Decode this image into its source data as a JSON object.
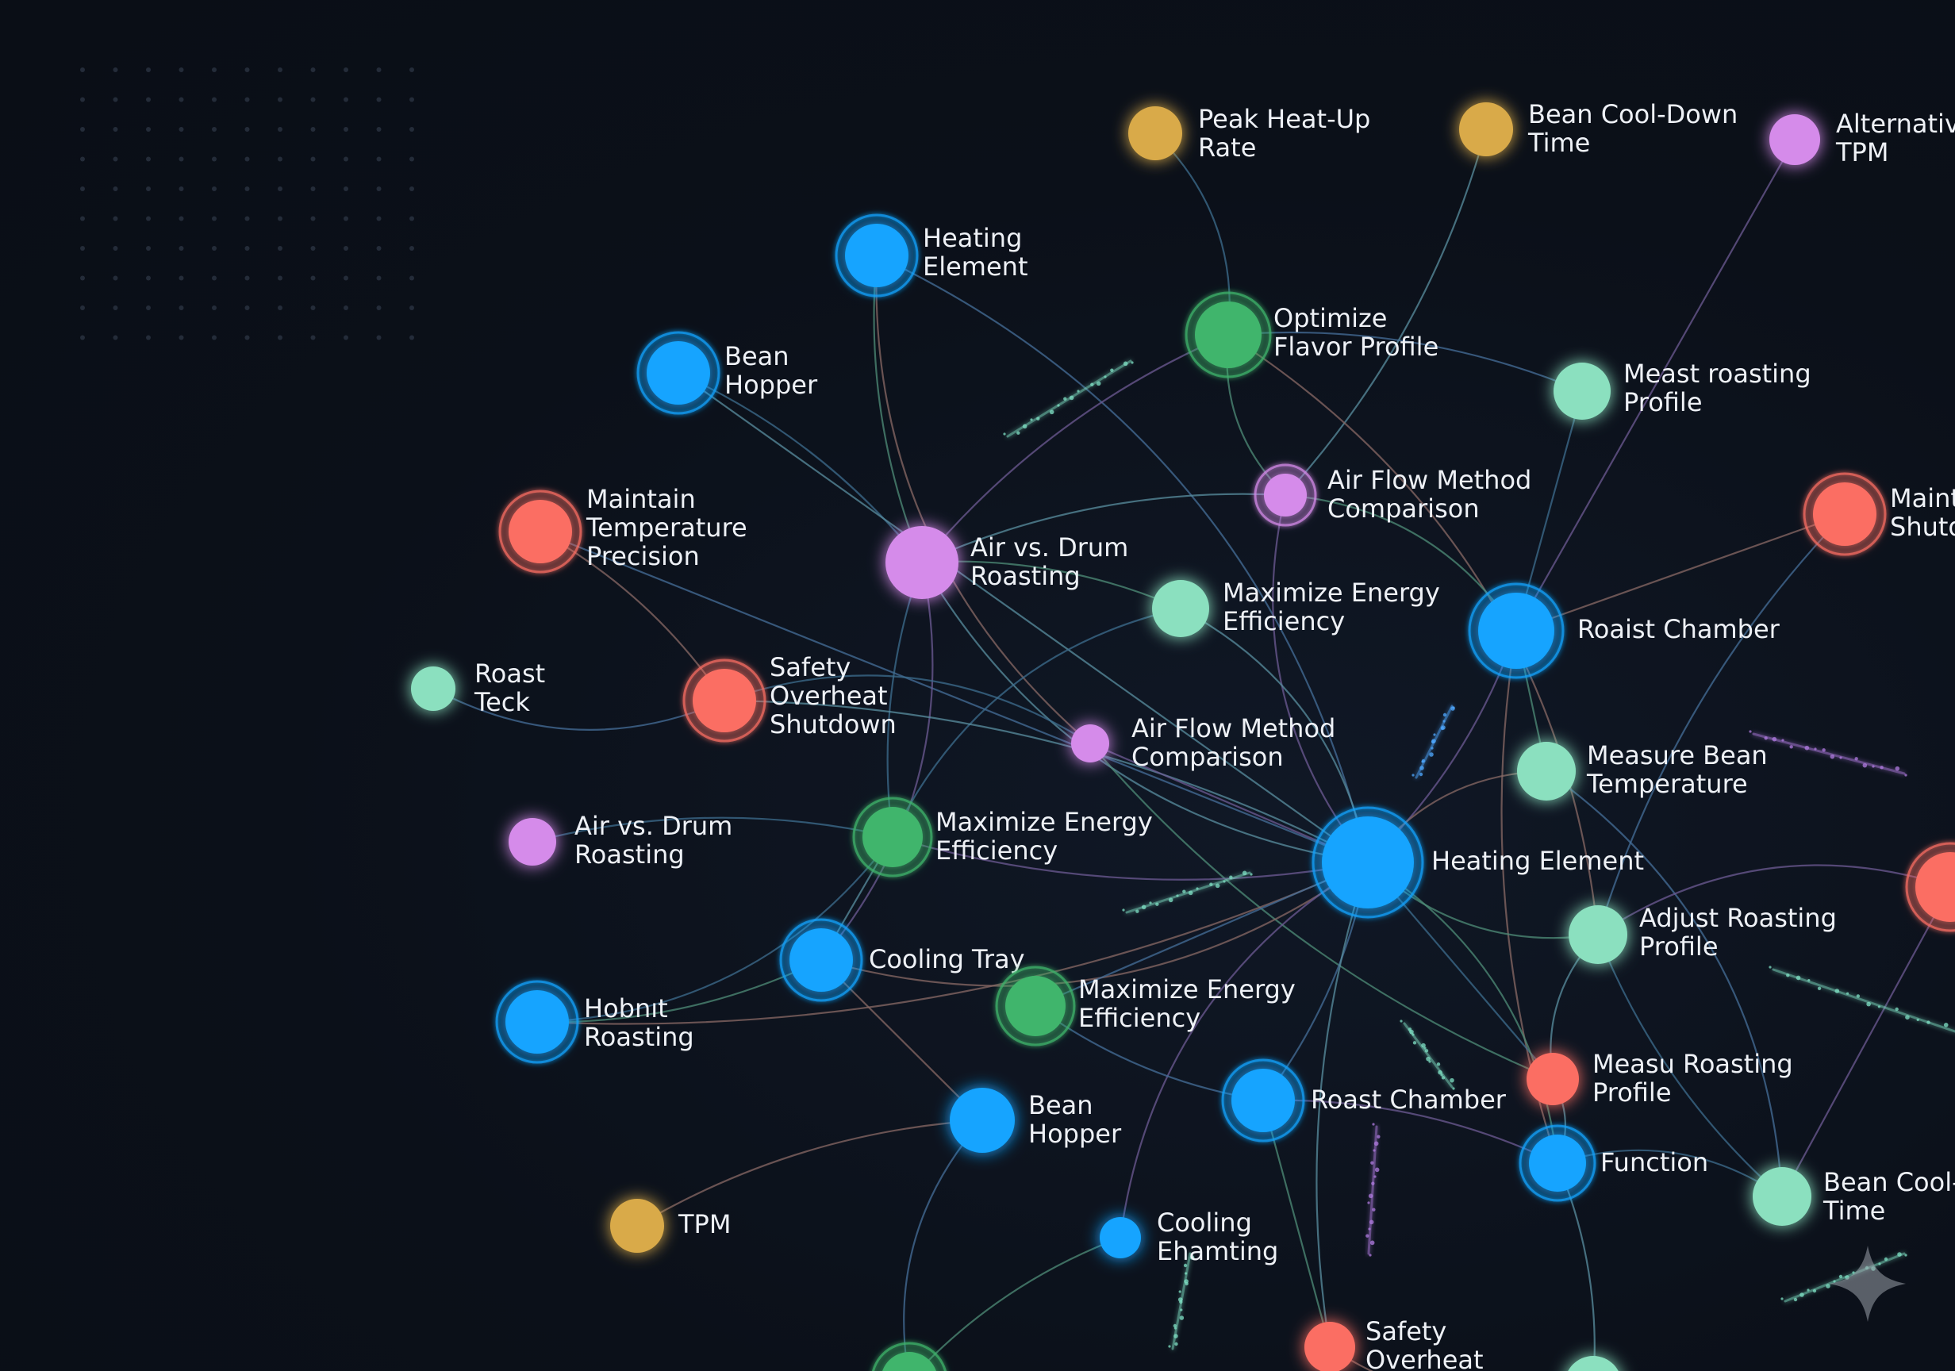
{
  "nodes": [
    {
      "id": "peak-heat-up-rate",
      "label": [
        "Peak Heat-Up",
        "Rate"
      ],
      "category": "metric"
    },
    {
      "id": "bean-cool-down-time-top",
      "label": [
        "Bean Cool-Down",
        "Time"
      ],
      "category": "metric"
    },
    {
      "id": "alternative-tpm",
      "label": [
        "Alternative",
        "TPM"
      ],
      "category": "method"
    },
    {
      "id": "heating-element-upper",
      "label": [
        "Heating",
        "Element"
      ],
      "category": "component"
    },
    {
      "id": "optimize-flavor-profile",
      "label": [
        "Optimize",
        "Flavor Profile"
      ],
      "category": "goal"
    },
    {
      "id": "bean-hopper-upper",
      "label": [
        "Bean",
        "Hopper"
      ],
      "category": "component"
    },
    {
      "id": "meast-roasting-profile",
      "label": [
        "Meast roasting",
        "Profile"
      ],
      "category": "process"
    },
    {
      "id": "air-flow-method-comparison-upper",
      "label": [
        "Air Flow Method",
        "Comparison"
      ],
      "category": "method"
    },
    {
      "id": "maintain-temperature-precision",
      "label": [
        "Maintain",
        "Temperature",
        "Precision"
      ],
      "category": "safety"
    },
    {
      "id": "air-vs-drum-roasting-main",
      "label": [
        "Air vs. Drum",
        "Roasting"
      ],
      "category": "method"
    },
    {
      "id": "maint-shutd-edge",
      "label": [
        "Maint",
        "Shutd"
      ],
      "category": "safety"
    },
    {
      "id": "maximize-energy-efficiency-upper",
      "label": [
        "Maximize Energy",
        "Efficiency"
      ],
      "category": "process"
    },
    {
      "id": "roaist-chamber",
      "label": [
        "Roaist Chamber"
      ],
      "category": "component"
    },
    {
      "id": "roast-teck",
      "label": [
        "Roast",
        "Teck"
      ],
      "category": "process"
    },
    {
      "id": "safety-overheat-shutdown",
      "label": [
        "Safety",
        "Overheat",
        "Shutdown"
      ],
      "category": "safety"
    },
    {
      "id": "air-flow-method-comparison-mid",
      "label": [
        "Air Flow Method",
        "Comparison"
      ],
      "category": "method"
    },
    {
      "id": "measure-bean-temperature",
      "label": [
        "Measure Bean",
        "Temperature"
      ],
      "category": "process"
    },
    {
      "id": "air-vs-drum-roasting-left",
      "label": [
        "Air vs. Drum",
        "Roasting"
      ],
      "category": "method"
    },
    {
      "id": "maximize-energy-efficiency-mid",
      "label": [
        "Maximize Energy",
        "Efficiency"
      ],
      "category": "goal"
    },
    {
      "id": "heating-element-hub",
      "label": [
        "Heating Element"
      ],
      "category": "component"
    },
    {
      "id": "adjust-roasting-profile",
      "label": [
        "Adjust Roasting",
        "Profile"
      ],
      "category": "process"
    },
    {
      "id": "cooling-tray",
      "label": [
        "Cooling Tray"
      ],
      "category": "component"
    },
    {
      "id": "maximize-energy-efficiency-lower",
      "label": [
        "Maximize Energy",
        "Efficiency"
      ],
      "category": "goal"
    },
    {
      "id": "hobnit-roasting",
      "label": [
        "Hobnıt",
        "Roasting"
      ],
      "category": "component"
    },
    {
      "id": "measu-roasting-profile",
      "label": [
        "Measu Roasting",
        "Profile"
      ],
      "category": "safety"
    },
    {
      "id": "roast-chamber-lower",
      "label": [
        "Roast Chamber"
      ],
      "category": "component"
    },
    {
      "id": "bean-hopper-lower",
      "label": [
        "Bean",
        "Hopper"
      ],
      "category": "component"
    },
    {
      "id": "function",
      "label": [
        "Function"
      ],
      "category": "component"
    },
    {
      "id": "bean-cool-down-time-right",
      "label": [
        "Bean Cool-D",
        "Time"
      ],
      "category": "process"
    },
    {
      "id": "tpm",
      "label": [
        "TPM"
      ],
      "category": "metric"
    },
    {
      "id": "cooling-ehamting",
      "label": [
        "Cooling",
        "Ehamting"
      ],
      "category": "component"
    },
    {
      "id": "safety-overheat-bottom",
      "label": [
        "Safety",
        "Overheat"
      ],
      "category": "safety"
    },
    {
      "id": "red-edge-right",
      "label": [],
      "category": "safety"
    },
    {
      "id": "green-bottom-left",
      "label": [],
      "category": "goal"
    },
    {
      "id": "mint-bottom",
      "label": [],
      "category": "process"
    }
  ],
  "edges": [
    [
      "peak-heat-up-rate",
      "optimize-flavor-profile"
    ],
    [
      "bean-cool-down-time-top",
      "air-flow-method-comparison-upper"
    ],
    [
      "alternative-tpm",
      "roaist-chamber"
    ],
    [
      "heating-element-upper",
      "air-vs-drum-roasting-main"
    ],
    [
      "heating-element-upper",
      "air-flow-method-comparison-mid"
    ],
    [
      "heating-element-upper",
      "heating-element-hub"
    ],
    [
      "bean-hopper-upper",
      "air-vs-drum-roasting-main"
    ],
    [
      "bean-hopper-upper",
      "heating-element-hub"
    ],
    [
      "optimize-flavor-profile",
      "air-vs-drum-roasting-main"
    ],
    [
      "optimize-flavor-profile",
      "air-flow-method-comparison-upper"
    ],
    [
      "optimize-flavor-profile",
      "adjust-roasting-profile"
    ],
    [
      "optimize-flavor-profile",
      "meast-roasting-profile"
    ],
    [
      "meast-roasting-profile",
      "roaist-chamber"
    ],
    [
      "air-flow-method-comparison-upper",
      "air-vs-drum-roasting-main"
    ],
    [
      "air-flow-method-comparison-upper",
      "heating-element-hub"
    ],
    [
      "air-flow-method-comparison-upper",
      "roaist-chamber"
    ],
    [
      "maintain-temperature-precision",
      "safety-overheat-shutdown"
    ],
    [
      "maintain-temperature-precision",
      "heating-element-hub"
    ],
    [
      "air-vs-drum-roasting-main",
      "maximize-energy-efficiency-mid"
    ],
    [
      "air-vs-drum-roasting-main",
      "heating-element-hub"
    ],
    [
      "air-vs-drum-roasting-main",
      "cooling-tray"
    ],
    [
      "air-vs-drum-roasting-main",
      "maximize-energy-efficiency-upper"
    ],
    [
      "maint-shutd-edge",
      "roaist-chamber"
    ],
    [
      "maint-shutd-edge",
      "adjust-roasting-profile"
    ],
    [
      "maximize-energy-efficiency-upper",
      "maximize-energy-efficiency-mid"
    ],
    [
      "maximize-energy-efficiency-upper",
      "heating-element-hub"
    ],
    [
      "roaist-chamber",
      "heating-element-hub"
    ],
    [
      "roaist-chamber",
      "measure-bean-temperature"
    ],
    [
      "roaist-chamber",
      "function"
    ],
    [
      "roast-teck",
      "safety-overheat-shutdown"
    ],
    [
      "safety-overheat-shutdown",
      "air-flow-method-comparison-mid"
    ],
    [
      "safety-overheat-shutdown",
      "heating-element-hub"
    ],
    [
      "air-flow-method-comparison-mid",
      "heating-element-hub"
    ],
    [
      "air-flow-method-comparison-mid",
      "measu-roasting-profile"
    ],
    [
      "measure-bean-temperature",
      "heating-element-hub"
    ],
    [
      "measure-bean-temperature",
      "bean-cool-down-time-right"
    ],
    [
      "air-vs-drum-roasting-left",
      "maximize-energy-efficiency-mid"
    ],
    [
      "maximize-energy-efficiency-mid",
      "cooling-tray"
    ],
    [
      "maximize-energy-efficiency-mid",
      "heating-element-hub"
    ],
    [
      "heating-element-hub",
      "adjust-roasting-profile"
    ],
    [
      "heating-element-hub",
      "cooling-tray"
    ],
    [
      "heating-element-hub",
      "roast-chamber-lower"
    ],
    [
      "heating-element-hub",
      "measu-roasting-profile"
    ],
    [
      "heating-element-hub",
      "safety-overheat-bottom"
    ],
    [
      "heating-element-hub",
      "cooling-ehamting"
    ],
    [
      "heating-element-hub",
      "function"
    ],
    [
      "heating-element-hub",
      "hobnit-roasting"
    ],
    [
      "heating-element-hub",
      "maximize-energy-efficiency-lower"
    ],
    [
      "adjust-roasting-profile",
      "bean-cool-down-time-right"
    ],
    [
      "adjust-roasting-profile",
      "measu-roasting-profile"
    ],
    [
      "adjust-roasting-profile",
      "red-edge-right"
    ],
    [
      "cooling-tray",
      "hobnit-roasting"
    ],
    [
      "cooling-tray",
      "bean-hopper-lower"
    ],
    [
      "maximize-energy-efficiency-lower",
      "roast-chamber-lower"
    ],
    [
      "hobnit-roasting",
      "maximize-energy-efficiency-mid"
    ],
    [
      "measu-roasting-profile",
      "function"
    ],
    [
      "roast-chamber-lower",
      "function"
    ],
    [
      "roast-chamber-lower",
      "safety-overheat-bottom"
    ],
    [
      "bean-hopper-lower",
      "tpm"
    ],
    [
      "bean-hopper-lower",
      "green-bottom-left"
    ],
    [
      "function",
      "bean-cool-down-time-right"
    ],
    [
      "function",
      "mint-bottom"
    ],
    [
      "bean-cool-down-time-right",
      "red-edge-right"
    ],
    [
      "cooling-ehamting",
      "green-bottom-left"
    ],
    [
      "safety-overheat-bottom",
      "mint-bottom"
    ]
  ],
  "colors": {
    "background": "#0b1019",
    "component": "#12a4ff",
    "method": "#d58bea",
    "process": "#8be0bf",
    "goal": "#3fb56c",
    "safety": "#fb6e63",
    "metric": "#d9aa48",
    "label": "#eef1f6"
  },
  "decorations": {
    "dot_grid": true,
    "sparkle_icon": "four-point-star-icon"
  }
}
